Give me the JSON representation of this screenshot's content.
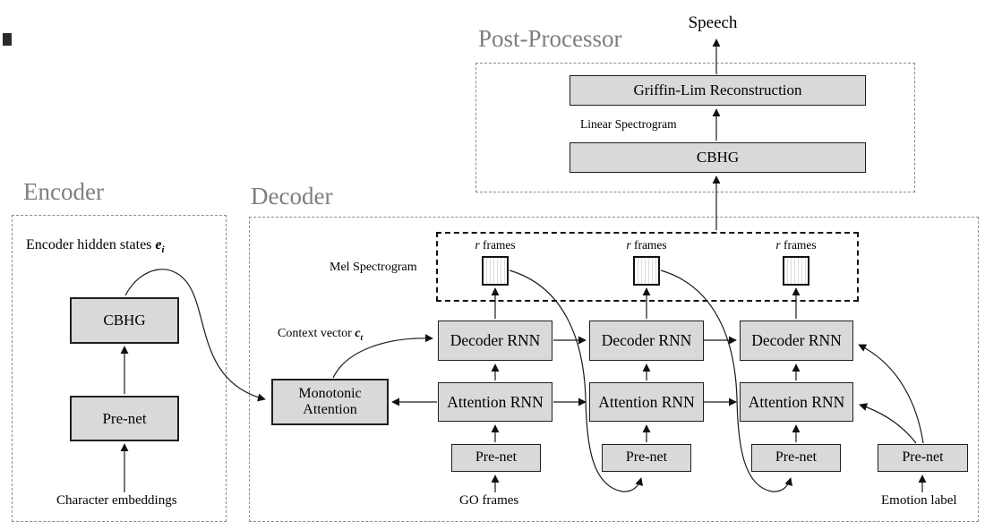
{
  "colors": {
    "box_fill": "#d9d9d9",
    "box_border": "#1f1f1f",
    "dashed_border_gray": "#8c8c8c",
    "section_title_gray": "#7f7f7f",
    "arrow_line": "#1a1a1a"
  },
  "post_processor": {
    "title": "Post-Processor",
    "output_label": "Speech",
    "griffin_lim": "Griffin-Lim Reconstruction",
    "linear_spectrogram": "Linear Spectrogram",
    "cbhg": "CBHG"
  },
  "encoder": {
    "title": "Encoder",
    "hidden_states_text": "Encoder hidden states",
    "hidden_states_var": "e",
    "hidden_states_sub": "i",
    "cbhg": "CBHG",
    "prenet": "Pre-net",
    "input_label": "Character embeddings"
  },
  "decoder": {
    "title": "Decoder",
    "mel_spectrogram": "Mel Spectrogram",
    "r_var": "r",
    "frames_word": "frames",
    "context_text": "Context vector",
    "context_var": "c",
    "context_sub": "t",
    "monotonic_attention": "Monotonic Attention",
    "decoder_rnn": "Decoder RNN",
    "attention_rnn": "Attention RNN",
    "prenet": "Pre-net",
    "go_label": "GO frames",
    "emotion_label": "Emotion label"
  }
}
